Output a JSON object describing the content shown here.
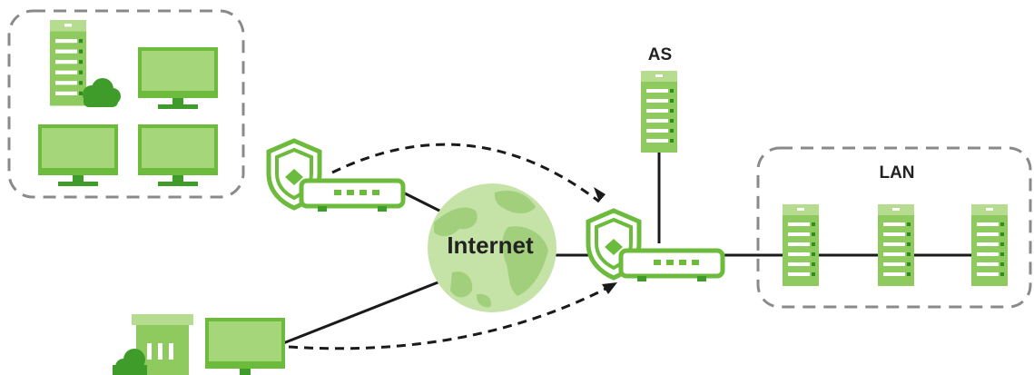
{
  "labels": {
    "as": "AS",
    "lan": "LAN",
    "internet": "Internet"
  },
  "colors": {
    "green_light": "#a6d67a",
    "green": "#6dbb3c",
    "green_dark": "#3f9c2b",
    "line": "#1a1a1a",
    "group_border": "#8a8a8a",
    "globe": "#c6e3a7",
    "globe_land": "#a2cf7c"
  },
  "icons": {
    "remote_site": [
      "server-cloud-icon",
      "monitor-icon",
      "monitor-icon",
      "monitor-icon"
    ],
    "remote_gateway": "security-gateway-icon",
    "mobile_user": [
      "building-cloud-icon",
      "monitor-icon"
    ],
    "hq_gateway": "security-gateway-icon",
    "as": "server-icon",
    "lan": [
      "server-icon",
      "server-icon",
      "server-icon"
    ],
    "cloud": "globe-icon"
  }
}
